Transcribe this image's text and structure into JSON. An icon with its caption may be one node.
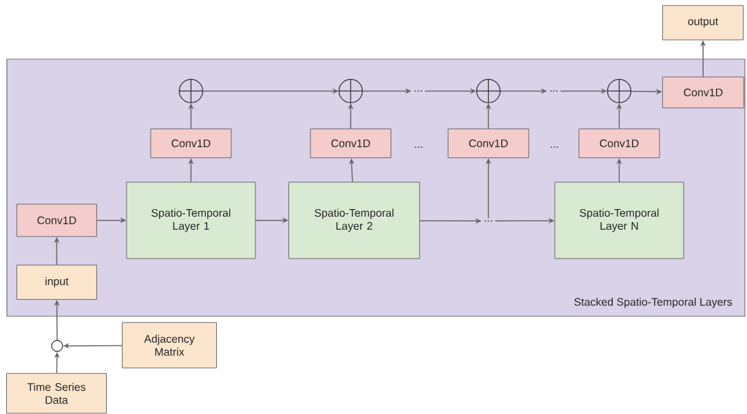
{
  "diagram": {
    "nodes": [
      {
        "text": [
          "Stacked Spatio-Temporal Layers"
        ]
      },
      {
        "text": [
          "output"
        ]
      },
      {
        "text": [
          "Conv1D"
        ],
        "in": 0
      },
      {
        "text": [],
        "shape": "circle",
        "in": 0
      },
      {
        "text": [],
        "shape": "circle",
        "in": 0
      },
      {
        "text": [
          "..."
        ],
        "in": 0
      },
      {
        "text": [],
        "shape": "circle",
        "in": 0
      },
      {
        "text": [
          "..."
        ],
        "in": 0
      },
      {
        "text": [],
        "shape": "circle",
        "in": 0
      },
      {
        "text": [
          "Conv1D"
        ],
        "in": 0
      },
      {
        "text": [
          "Conv1D"
        ],
        "in": 0
      },
      {
        "text": [
          "Conv1D"
        ],
        "in": 0
      },
      {
        "text": [
          "Conv1D"
        ],
        "in": 0
      },
      {
        "text": [
          "Conv1D"
        ],
        "in": 0
      },
      {
        "text": [
          "Spatio-Temporal Layer 1"
        ],
        "in": 0
      },
      {
        "text": [
          "Spatio-Temporal Layer 2"
        ],
        "in": 0
      },
      {
        "text": [
          "..."
        ],
        "in": 0
      },
      {
        "text": [
          "Spatio-Temporal Layer N"
        ],
        "in": 0
      },
      {
        "text": [
          "input"
        ],
        "in": 0
      },
      {
        "text": [],
        "shape": "circle"
      },
      {
        "text": [
          "Adjacency Matrix"
        ]
      },
      {
        "text": [
          "Time Series Data"
        ]
      }
    ],
    "edges": [
      {
        "from": 21,
        "to": 19,
        "arrow": "to"
      },
      {
        "from": 20,
        "to": 19,
        "arrow": "to"
      },
      {
        "from": 19,
        "to": 18,
        "arrow": "to"
      },
      {
        "from": 18,
        "to": 13,
        "arrow": "to"
      },
      {
        "from": 13,
        "to": 14,
        "arrow": "to"
      },
      {
        "from": 14,
        "to": 15,
        "arrow": "to"
      },
      {
        "from": 15,
        "to": 16,
        "arrow": "to"
      },
      {
        "from": 16,
        "to": 17,
        "arrow": "to"
      },
      {
        "from": 14,
        "to": 9,
        "arrow": "to"
      },
      {
        "from": 15,
        "to": 10,
        "arrow": "to"
      },
      {
        "from": 16,
        "to": 11,
        "arrow": "to"
      },
      {
        "from": 17,
        "to": 12,
        "arrow": "to"
      },
      {
        "from": 9,
        "to": 3,
        "arrow": "to"
      },
      {
        "from": 10,
        "to": 4,
        "arrow": "to"
      },
      {
        "from": 11,
        "to": 6,
        "arrow": "to"
      },
      {
        "from": 12,
        "to": 8,
        "arrow": "to"
      },
      {
        "from": 3,
        "to": 4,
        "arrow": "to"
      },
      {
        "from": 4,
        "to": 5,
        "arrow": "to"
      },
      {
        "from": 5,
        "to": 6,
        "arrow": "to"
      },
      {
        "from": 6,
        "to": 7,
        "arrow": "to"
      },
      {
        "from": 7,
        "to": 8,
        "arrow": "to"
      },
      {
        "from": 8,
        "to": 2,
        "arrow": "to"
      },
      {
        "from": 2,
        "to": 1,
        "arrow": "to"
      }
    ],
    "labels": [
      "...",
      "..."
    ]
  }
}
